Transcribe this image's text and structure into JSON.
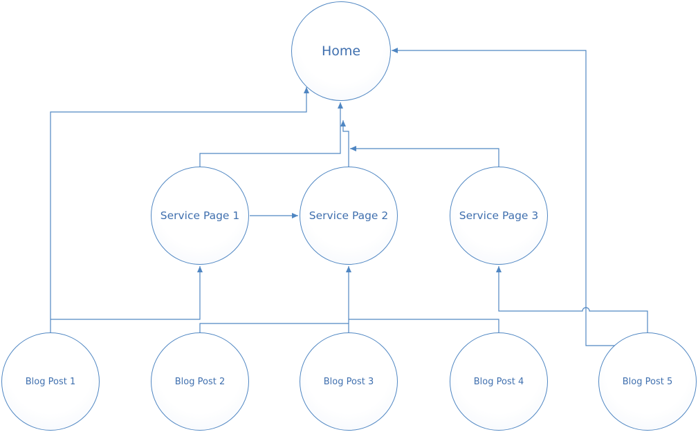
{
  "diagram": {
    "nodes": {
      "home": "Home",
      "service_page_1": "Service Page 1",
      "service_page_2": "Service Page 2",
      "service_page_3": "Service Page 3",
      "blog_post_1": "Blog Post 1",
      "blog_post_2": "Blog Post 2",
      "blog_post_3": "Blog Post 3",
      "blog_post_4": "Blog Post 4",
      "blog_post_5": "Blog Post 5"
    },
    "edges": [
      {
        "from": "Blog Post 1",
        "to": "Home"
      },
      {
        "from": "Blog Post 1",
        "to": "Service Page 1"
      },
      {
        "from": "Blog Post 2",
        "to": "Service Page 2"
      },
      {
        "from": "Blog Post 3",
        "to": "Service Page 2"
      },
      {
        "from": "Blog Post 4",
        "to": "Service Page 2"
      },
      {
        "from": "Blog Post 5",
        "to": "Service Page 3"
      },
      {
        "from": "Blog Post 5",
        "to": "Home"
      },
      {
        "from": "Service Page 1",
        "to": "Service Page 2"
      },
      {
        "from": "Service Page 1",
        "to": "Home"
      },
      {
        "from": "Service Page 2",
        "to": "Home"
      },
      {
        "from": "Service Page 3",
        "to": "Service Page 2"
      }
    ],
    "colors": {
      "stroke": "#4f86c2",
      "text": "#3f6fae"
    }
  }
}
